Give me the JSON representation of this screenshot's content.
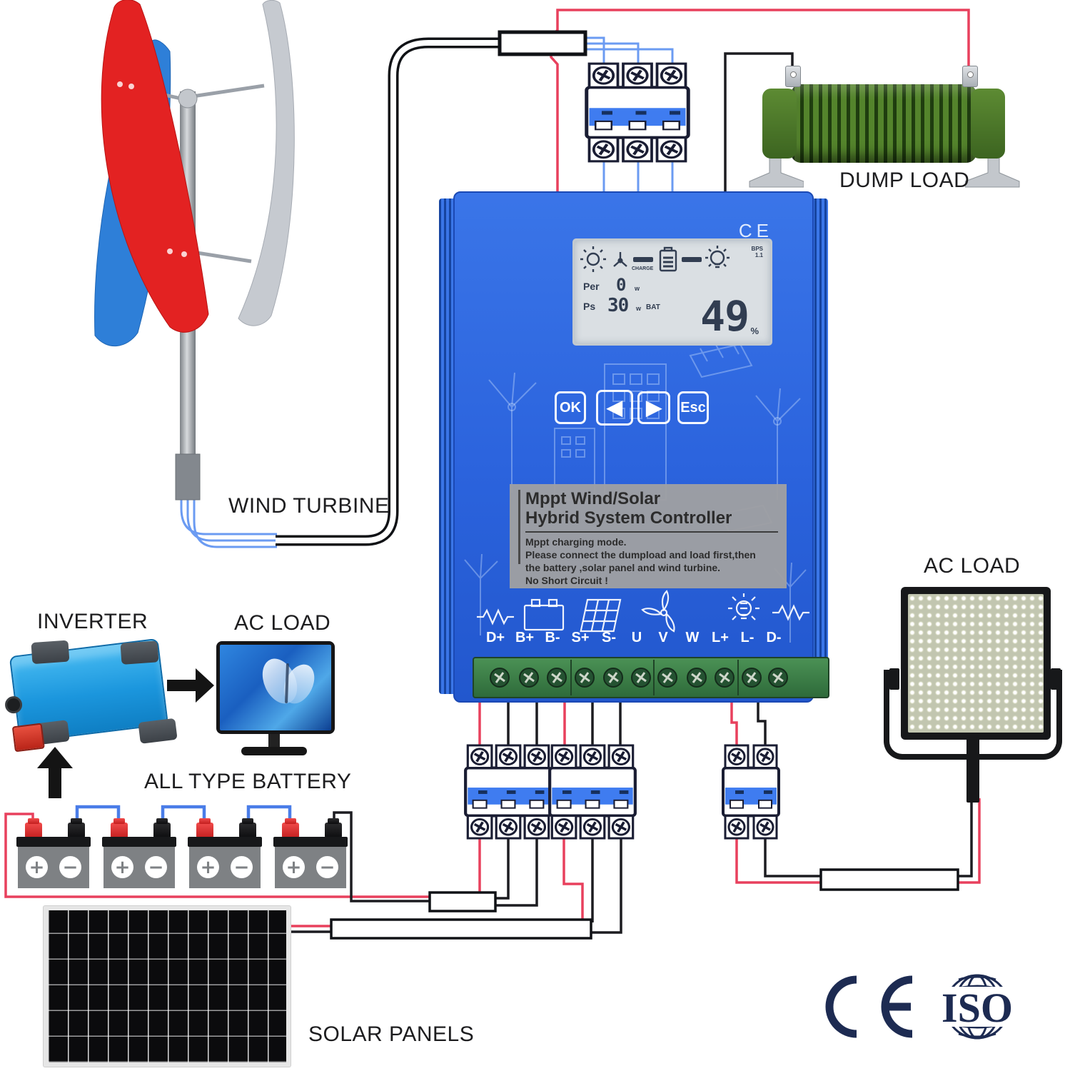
{
  "labels": {
    "wind_turbine": "WIND TURBINE",
    "dump_load": "DUMP LOAD",
    "inverter": "INVERTER",
    "ac_load_left": "AC LOAD",
    "ac_load_right": "AC LOAD",
    "all_type_battery": "ALL TYPE BATTERY",
    "solar_panels": "SOLAR PANELS"
  },
  "controller": {
    "ce_mark": "CE",
    "lcd": {
      "corner1": "BPS",
      "corner2": "1.1",
      "charge_label": "CHARGE",
      "per_label": "Per",
      "per_value": "0",
      "per_unit": "w",
      "ps_label": "Ps",
      "ps_value": "30",
      "ps_unit": "w",
      "bat_label": "BAT",
      "soc_value": "49",
      "soc_unit": "%"
    },
    "buttons": {
      "ok": "OK",
      "prev": "◀",
      "next": "▶",
      "esc": "Esc"
    },
    "panel": {
      "title1": "Mppt Wind/Solar",
      "title2": "Hybrid System Controller",
      "note1": "Mppt charging mode.",
      "note2": "Please connect the dumpload and load first,then",
      "note3": "the battery ,solar panel and wind turbine.",
      "note4": "No Short Circuit !"
    },
    "terminals": [
      "D+",
      "B+",
      "B-",
      "S+",
      "S-",
      "U",
      "V",
      "W",
      "L+",
      "L-",
      "D-"
    ]
  },
  "battery": {
    "plus": "+",
    "minus": "−"
  },
  "logos": {
    "iso": "ISO"
  },
  "colors": {
    "wire_red": "#e8405d",
    "wire_black": "#1c1c20",
    "wire_blue": "#6b9bf2",
    "jumper_blue": "#4a7de8",
    "controller_blue": "#2b63dd",
    "terminal_green": "#3e8048",
    "dump_green": "#54842c",
    "logo_navy": "#1d2b52"
  }
}
